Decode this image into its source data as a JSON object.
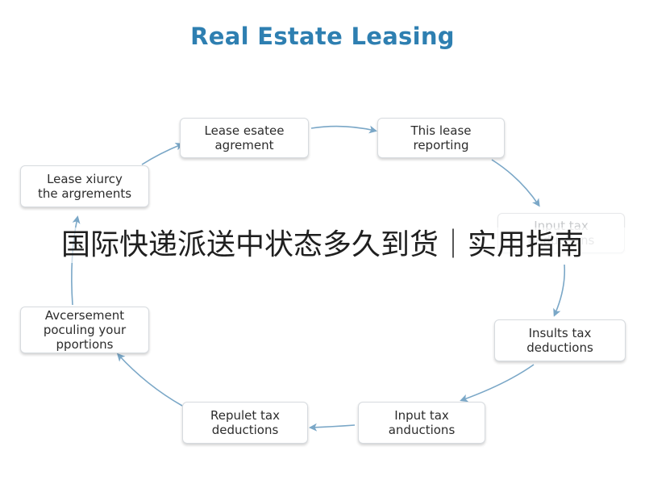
{
  "title": "Real Estate Leasing",
  "overlay_text": "国际快递派送中状态多久到货｜实用指南",
  "colors": {
    "title": "#2e7fb1",
    "arrow": "#7aa7c7",
    "box_border": "#d7dbdf"
  },
  "steps": [
    {
      "label": "Lease esatee\nagrement"
    },
    {
      "label": "This lease\nreporting"
    },
    {
      "label": "Input tax\ndeductions"
    },
    {
      "label": "Insults tax\ndeductions"
    },
    {
      "label": "Input tax\nanductions"
    },
    {
      "label": "Repulet tax\ndeductions"
    },
    {
      "label": "Avcersement\npoculing your\npportions"
    },
    {
      "label": "Lease xiurcy\nthe argrements"
    }
  ]
}
